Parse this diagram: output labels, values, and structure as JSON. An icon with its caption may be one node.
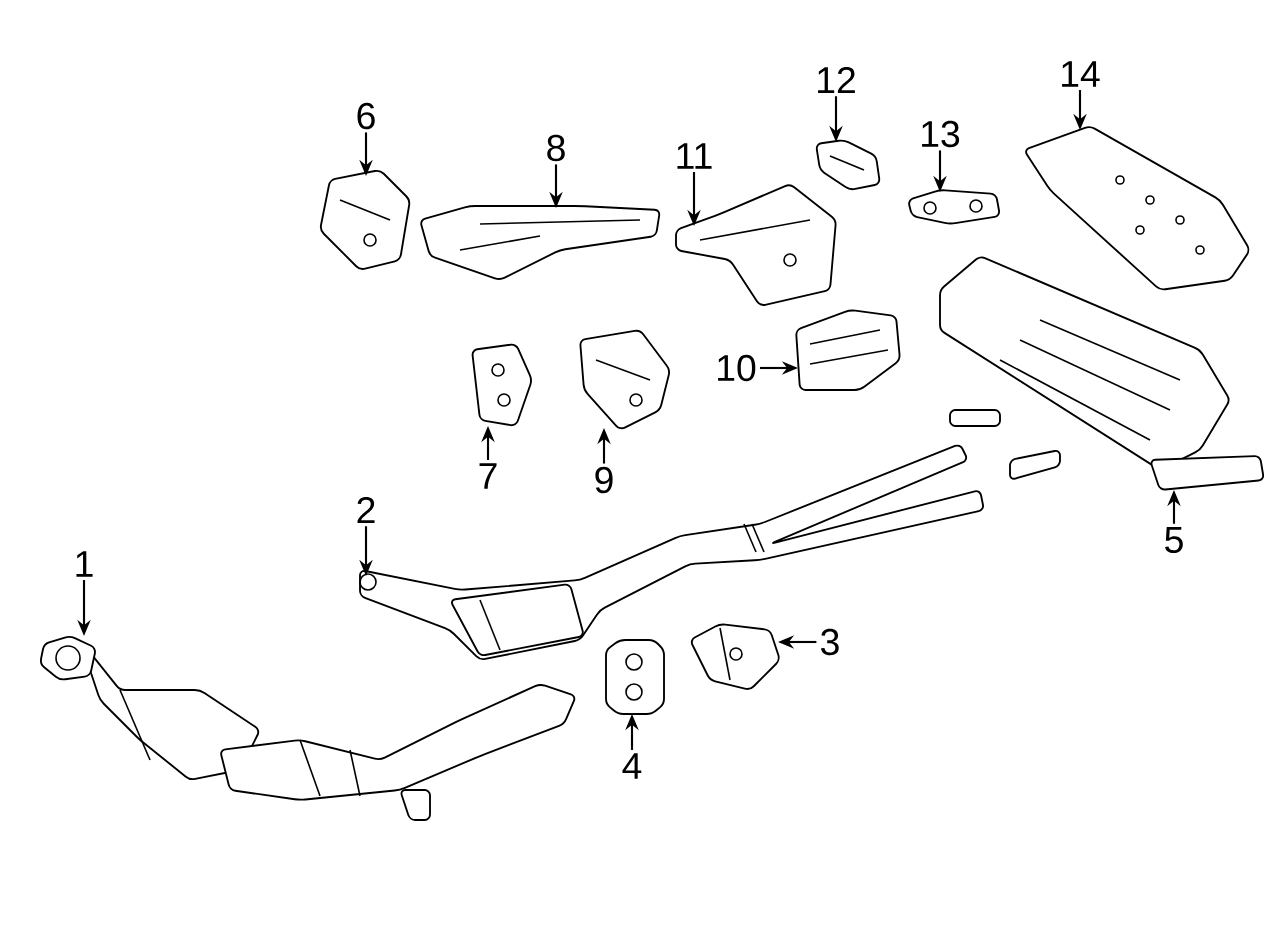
{
  "diagram": {
    "nodes": [
      {
        "text": [
          "1"
        ]
      },
      {
        "text": [
          "2"
        ]
      },
      {
        "text": [
          "3"
        ]
      },
      {
        "text": [
          "4"
        ]
      },
      {
        "text": [
          "5"
        ]
      },
      {
        "text": [
          "6"
        ]
      },
      {
        "text": [
          "7"
        ]
      },
      {
        "text": [
          "8"
        ]
      },
      {
        "text": [
          "9"
        ]
      },
      {
        "text": [
          "10"
        ]
      },
      {
        "text": [
          "11"
        ]
      },
      {
        "text": [
          "12"
        ]
      },
      {
        "text": [
          "13"
        ]
      },
      {
        "text": [
          "14"
        ]
      },
      {
        "text": [],
        "shape": "picture"
      },
      {
        "text": [],
        "shape": "picture"
      },
      {
        "text": [],
        "shape": "picture"
      },
      {
        "text": [],
        "shape": "picture"
      },
      {
        "text": [],
        "shape": "picture"
      },
      {
        "text": [],
        "shape": "picture"
      },
      {
        "text": [],
        "shape": "picture"
      },
      {
        "text": [],
        "shape": "picture"
      },
      {
        "text": [],
        "shape": "picture"
      },
      {
        "text": [],
        "shape": "picture"
      },
      {
        "text": [],
        "shape": "picture"
      },
      {
        "text": [],
        "shape": "picture"
      },
      {
        "text": [],
        "shape": "picture"
      },
      {
        "text": [],
        "shape": "picture"
      }
    ],
    "edges": [
      {
        "from": 0,
        "to": 14,
        "arrow": "to"
      },
      {
        "from": 1,
        "to": 15,
        "arrow": "to"
      },
      {
        "from": 2,
        "to": 16,
        "arrow": "to"
      },
      {
        "from": 3,
        "to": 17,
        "arrow": "to"
      },
      {
        "from": 4,
        "to": 18,
        "arrow": "to"
      },
      {
        "from": 5,
        "to": 19,
        "arrow": "to"
      },
      {
        "from": 6,
        "to": 20,
        "arrow": "to"
      },
      {
        "from": 7,
        "to": 21,
        "arrow": "to"
      },
      {
        "from": 8,
        "to": 22,
        "arrow": "to"
      },
      {
        "from": 9,
        "to": 23,
        "arrow": "to"
      },
      {
        "from": 10,
        "to": 24,
        "arrow": "to"
      },
      {
        "from": 11,
        "to": 25,
        "arrow": "to"
      },
      {
        "from": 12,
        "to": 26,
        "arrow": "to"
      },
      {
        "from": 13,
        "to": 27,
        "arrow": "to"
      }
    ]
  }
}
